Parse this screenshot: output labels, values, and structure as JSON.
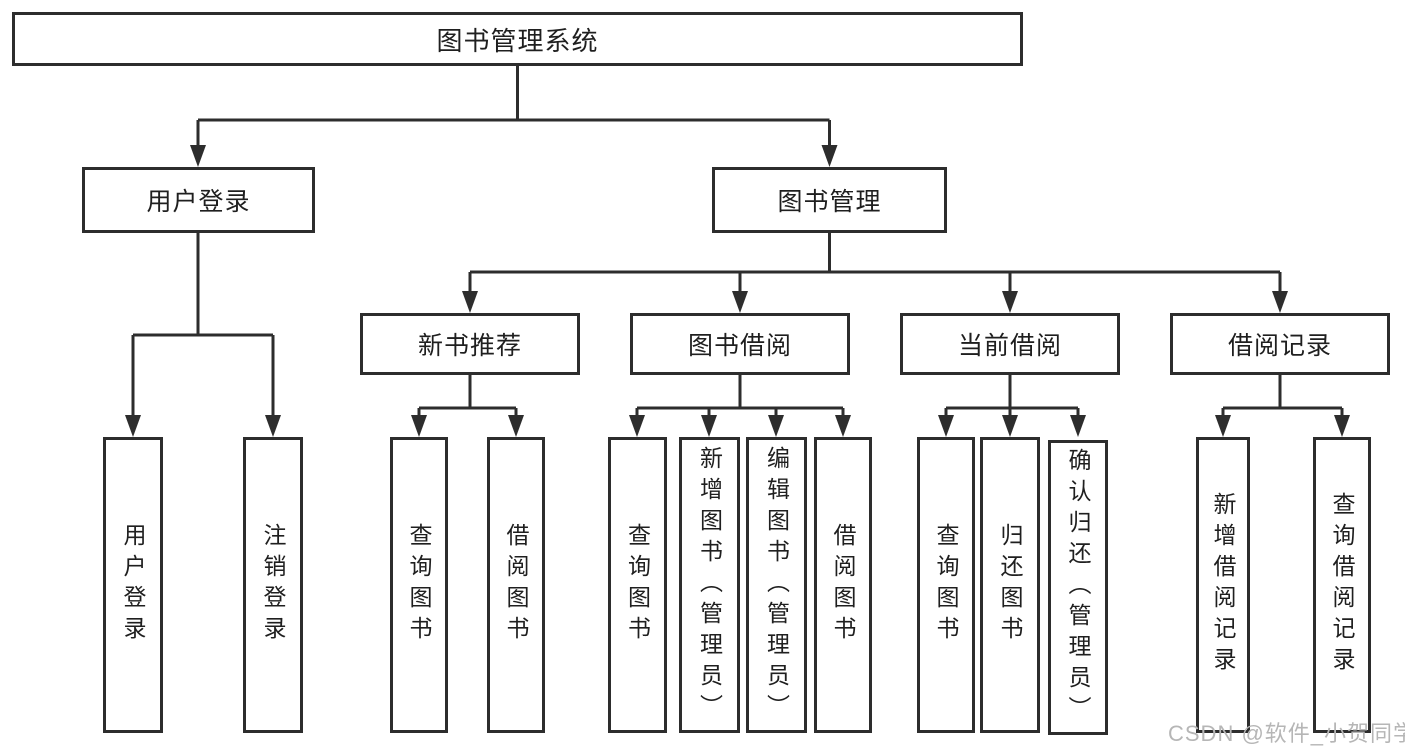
{
  "tree": {
    "label": "图书管理系统",
    "children": [
      {
        "label": "用户登录",
        "children": [
          {
            "label": "用户登录"
          },
          {
            "label": "注销登录"
          }
        ]
      },
      {
        "label": "图书管理",
        "children": [
          {
            "label": "新书推荐",
            "children": [
              {
                "label": "查询图书"
              },
              {
                "label": "借阅图书"
              }
            ]
          },
          {
            "label": "图书借阅",
            "children": [
              {
                "label": "查询图书"
              },
              {
                "label": "新增图书（管理员）"
              },
              {
                "label": "编辑图书（管理员）"
              },
              {
                "label": "借阅图书"
              }
            ]
          },
          {
            "label": "当前借阅",
            "children": [
              {
                "label": "查询图书"
              },
              {
                "label": "归还图书"
              },
              {
                "label": "确认归还（管理员）"
              }
            ]
          },
          {
            "label": "借阅记录",
            "children": [
              {
                "label": "新增借阅记录"
              },
              {
                "label": "查询借阅记录"
              }
            ]
          }
        ]
      }
    ]
  },
  "watermark": {
    "text": "CSDN @软件_小贺同学"
  },
  "colors": {
    "line": "#2d2d2d",
    "box_border": "#2d2d2d",
    "box_background": "#ffffff",
    "text": "#1f1f1f",
    "watermark": "#b6b6b6"
  }
}
